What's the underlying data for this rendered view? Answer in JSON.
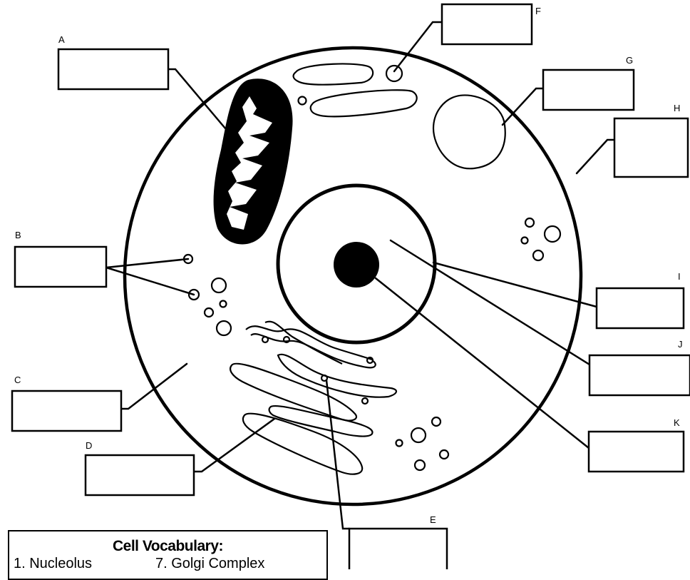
{
  "labels": [
    "A",
    "B",
    "C",
    "D",
    "E",
    "F",
    "G",
    "H",
    "I",
    "J",
    "K"
  ],
  "vocabulary": {
    "title": "Cell Vocabulary:",
    "items": [
      "1. Nucleolus",
      "7. Golgi Complex"
    ]
  }
}
